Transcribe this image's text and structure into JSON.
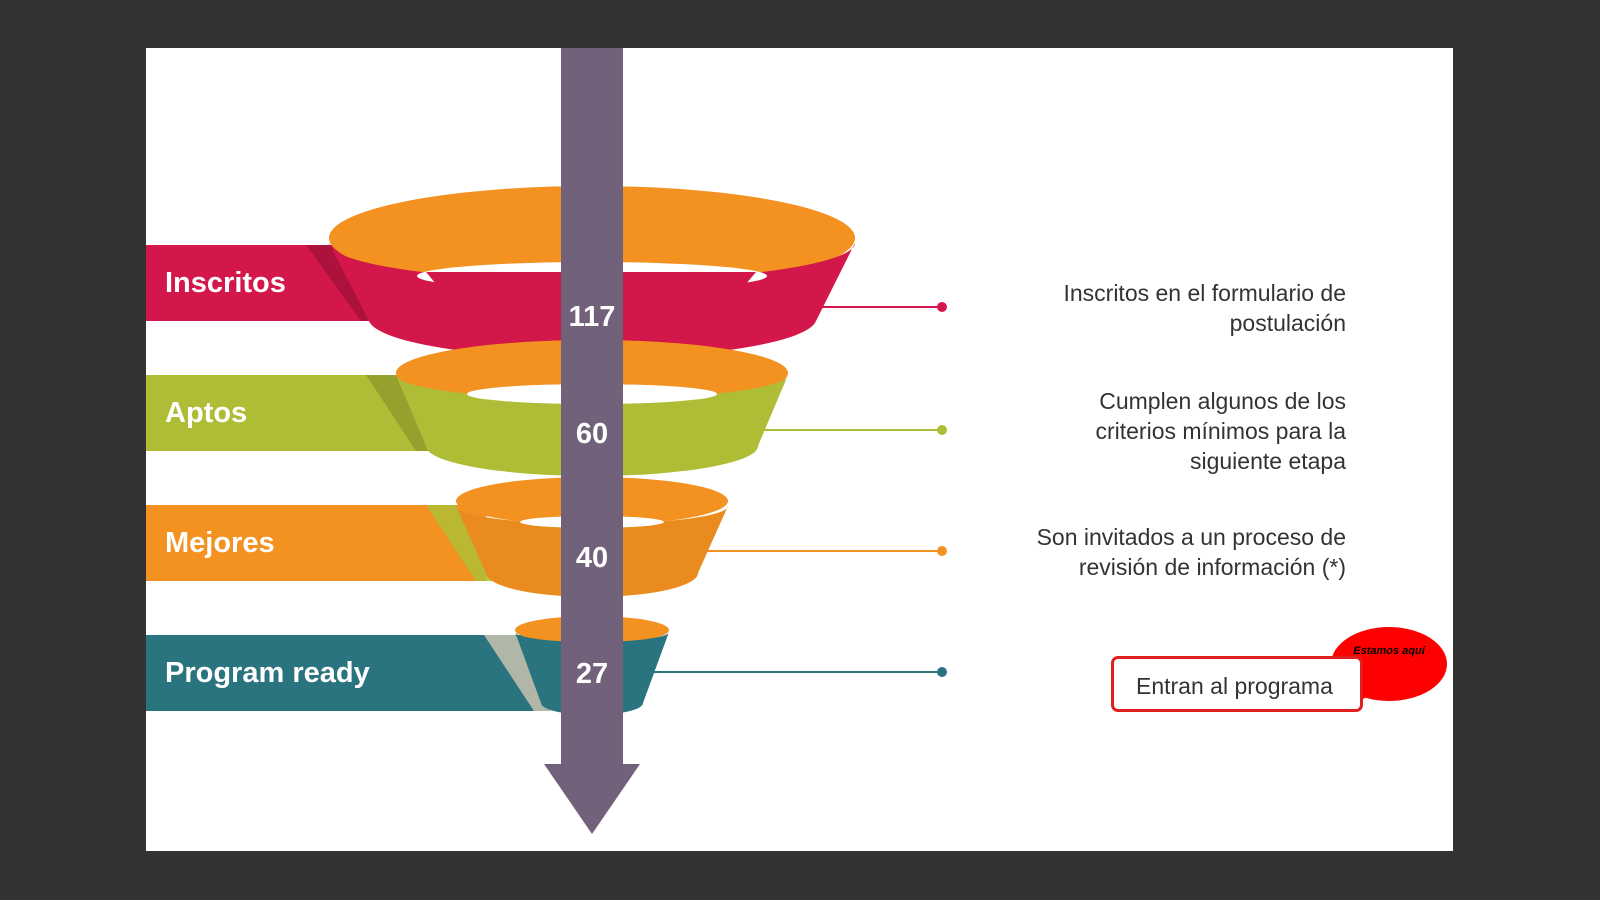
{
  "colors": {
    "background": "#333333",
    "slide": "#ffffff",
    "arrow": "#72617b",
    "ring_top": "#f39121",
    "text_dark": "#333333",
    "callout_red": "#e02020",
    "bubble": "#ff0000"
  },
  "stages": [
    {
      "label": "Inscritos",
      "value": "117",
      "color": "#d3174a",
      "description": "Inscritos en el formulario de postulación"
    },
    {
      "label": "Aptos",
      "value": "60",
      "color": "#afbd36",
      "description": "Cumplen algunos de los criterios mínimos para la siguiente etapa"
    },
    {
      "label": "Mejores",
      "value": "40",
      "color": "#f39121",
      "description": "Son invitados a un proceso de revisión de información (*)"
    },
    {
      "label": "Program ready",
      "value": "27",
      "color": "#2a7480",
      "description": "Entran al programa"
    }
  ],
  "callout": {
    "text": "Estamos aquí"
  }
}
